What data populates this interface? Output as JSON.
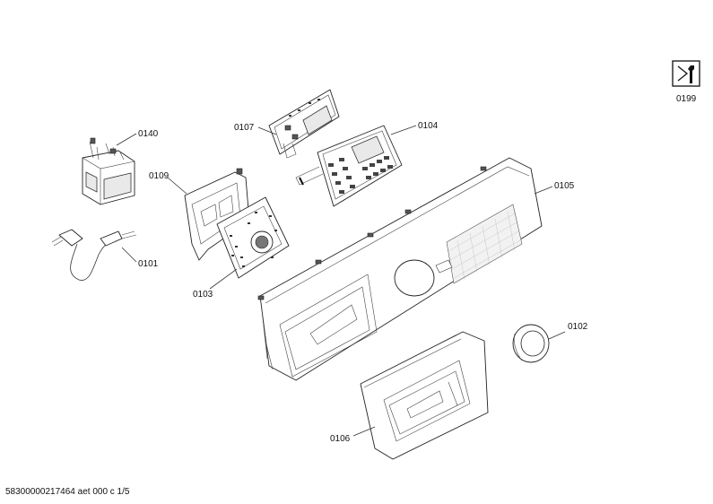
{
  "callouts": {
    "p0140": "0140",
    "p0107": "0107",
    "p0104": "0104",
    "p0109": "0109",
    "p0105": "0105",
    "p0101": "0101",
    "p0103": "0103",
    "p0102": "0102",
    "p0106": "0106",
    "p0199": "0199"
  },
  "footer": {
    "doc_id": "58300000217464 aet 000 c 1/5"
  },
  "icons": {
    "service": "wrench-document-icon"
  }
}
